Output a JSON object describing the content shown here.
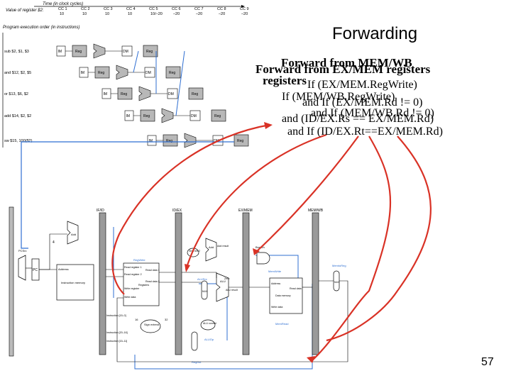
{
  "slide": {
    "title": "Forwarding",
    "page_number": "57",
    "text_lines": [
      "Forward from MEM/WB",
      "Forward from EX/MEM registers",
      "registers",
      "If (EX/MEM.RegWrite)",
      "If (MEM/WB.RegWrite)",
      "and If (EX/MEM.Rd != 0)",
      "and If (MEM/WB.Rd != 0)",
      "and (ID/EX.Rs == EX/MEM.Rd)",
      "and If (ID/EX.Rt==EX/MEM.Rd)"
    ]
  },
  "pipeline_diagram": {
    "time_label": "Time (in clock cycles)",
    "value_label": "Value of register $2:",
    "cycles": [
      "CC 1",
      "CC 2",
      "CC 3",
      "CC 4",
      "CC 5",
      "CC 6",
      "CC 7",
      "CC 8",
      "CC 9"
    ],
    "values": [
      "10",
      "10",
      "10",
      "10",
      "10/–20",
      "–20",
      "–20",
      "–20",
      "–20"
    ],
    "order_label": "Program execution order (in instructions)",
    "instructions": [
      "sub $2, $1, $3",
      "and $12, $2, $5",
      "or $13, $6, $2",
      "add $14, $2, $2",
      "sw $15, 100($2)"
    ],
    "stage_labels": {
      "im": "IM",
      "reg": "Reg",
      "dm": "DM"
    }
  },
  "datapath": {
    "pipe_regs": [
      "IF/ID",
      "ID/EX",
      "EX/MEM",
      "MEM/WB"
    ],
    "labels": {
      "pcsrc": "PCSrc",
      "add": "Add",
      "four": "4",
      "pc": "PC",
      "address": "Address",
      "imem": "Instruction memory",
      "regwrite": "RegWrite",
      "read_reg1": "Read register 1",
      "read_reg2": "Read register 2",
      "write_reg": "Write register",
      "write_data": "Write data",
      "read_data1": "Read data 1",
      "read_data2": "Read data 2",
      "registers": "Registers",
      "shift": "Shift left 2",
      "add_result": "Add result",
      "branch": "Branch",
      "alusrc": "ALUSrc",
      "alu": "ALU",
      "zero": "Zero",
      "alu_result": "ALU result",
      "mux": "MUX",
      "sign_extend": "Sign extend",
      "sixteen": "16",
      "thirtytwo": "32",
      "instr_15_0": "Instruction [15–0]",
      "instr_20_16": "Instruction [20–16]",
      "instr_15_11": "Instruction [15–11]",
      "alu_control": "ALU control",
      "aluop": "ALUOp",
      "regdst": "RegDst",
      "memwrite": "MemWrite",
      "memtoreg": "MemtoReg",
      "memread": "MemRead",
      "dmem": "Data memory",
      "dm_address": "Address",
      "dm_read_data": "Read data",
      "dm_write_data": "Write data"
    }
  },
  "colors": {
    "arrow": "#d93226",
    "blue_line": "#2f6fd2",
    "stage_fill": "#b8b8b8",
    "text": "#000000"
  }
}
